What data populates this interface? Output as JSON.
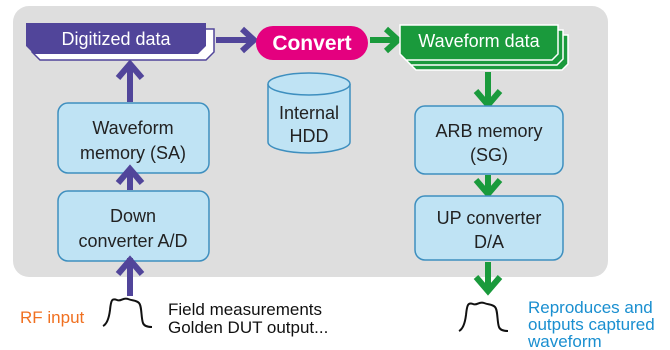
{
  "colors": {
    "panel": "#dedede",
    "purple": "#51459a",
    "green": "#1a9a3c",
    "magenta": "#e4007f",
    "box_fill": "#bfe3f4",
    "box_stroke": "#3e8fbf",
    "rf_label": "#f07020",
    "output_label": "#1a8fd0"
  },
  "left_chain": {
    "digitized_label": "Digitized data",
    "memory_line1": "Waveform",
    "memory_line2": "memory (SA)",
    "converter_line1": "Down",
    "converter_line2": "converter A/D"
  },
  "center": {
    "convert_label": "Convert",
    "hdd_line1": "Internal",
    "hdd_line2": "HDD"
  },
  "right_chain": {
    "waveform_label": "Waveform data",
    "memory_line1": "ARB memory",
    "memory_line2": "(SG)",
    "converter_line1": "UP converter",
    "converter_line2": "D/A"
  },
  "input": {
    "rf_label": "RF input",
    "note_line1": "Field measurements",
    "note_line2": "Golden DUT output..."
  },
  "output": {
    "line1": "Reproduces and",
    "line2": "outputs captured",
    "line3": "waveform"
  },
  "icons": [
    "pulse-waveform-icon",
    "hard-disk-icon",
    "arrow-icon"
  ]
}
